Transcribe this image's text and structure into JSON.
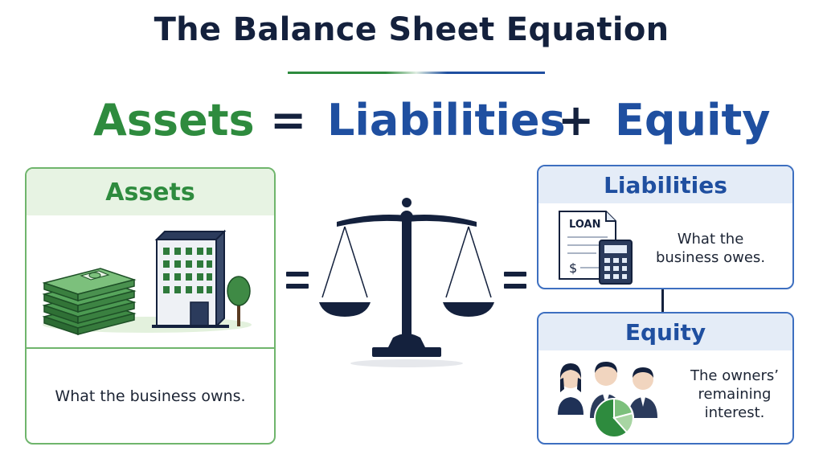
{
  "title": "The Balance Sheet Equation",
  "equation": {
    "assets": "Assets",
    "equals": "=",
    "liabilities": "Liabilities",
    "plus": "+",
    "equity": "Equity"
  },
  "assets_card": {
    "heading": "Assets",
    "description": "What the business owns."
  },
  "liabilities_card": {
    "heading": "Liabilities",
    "loan_label": "LOAN",
    "dollar_sign": "$",
    "description_line1": "What the",
    "description_line2": "business owes."
  },
  "equity_card": {
    "heading": "Equity",
    "description_line1": "The owners’",
    "description_line2": "remaining",
    "description_line3": "interest."
  },
  "colors": {
    "navy": "#14213d",
    "green": "#2e8b3e",
    "blue": "#1f4fa0"
  },
  "icons": {
    "assets": [
      "cash-stack-icon",
      "office-building-icon",
      "tree-icon"
    ],
    "center": [
      "balance-scale-icon"
    ],
    "liabilities": [
      "loan-document-icon",
      "calculator-icon"
    ],
    "equity": [
      "owners-group-icon",
      "pie-chart-icon"
    ]
  }
}
